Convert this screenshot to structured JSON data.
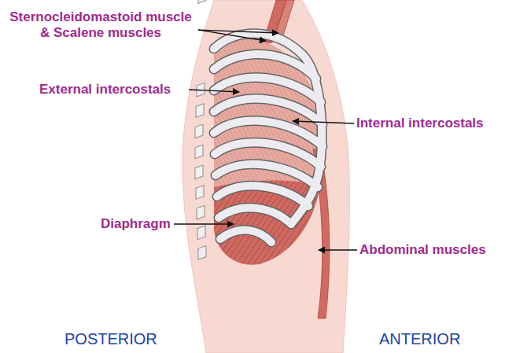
{
  "diagram": {
    "labels": [
      "Sternocleidomastoid muscle & Scalene muscles",
      "External intercostals",
      "Internal intercostals",
      "Diaphragm",
      "Abdominal muscles",
      "POSTERIOR",
      "ANTERIOR"
    ]
  }
}
